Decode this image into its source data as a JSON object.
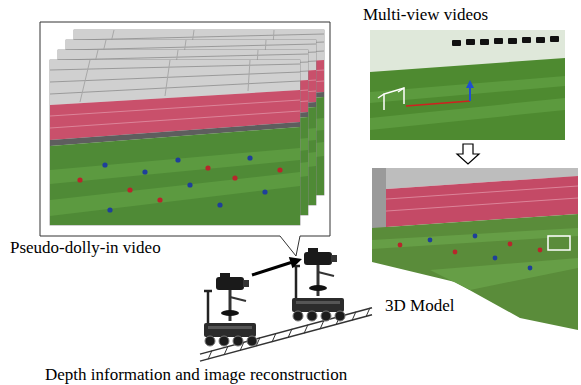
{
  "diagram": {
    "nodes": [
      {
        "text": [
          "Multi-view videos"
        ]
      },
      {
        "text": [
          "3D Model"
        ]
      }
    ],
    "edges": [
      {
        "from": 0,
        "to": 1,
        "arrow": "to"
      }
    ],
    "labels": [
      "Pseudo-dolly-in video",
      "Depth information and image reconstruction"
    ]
  }
}
